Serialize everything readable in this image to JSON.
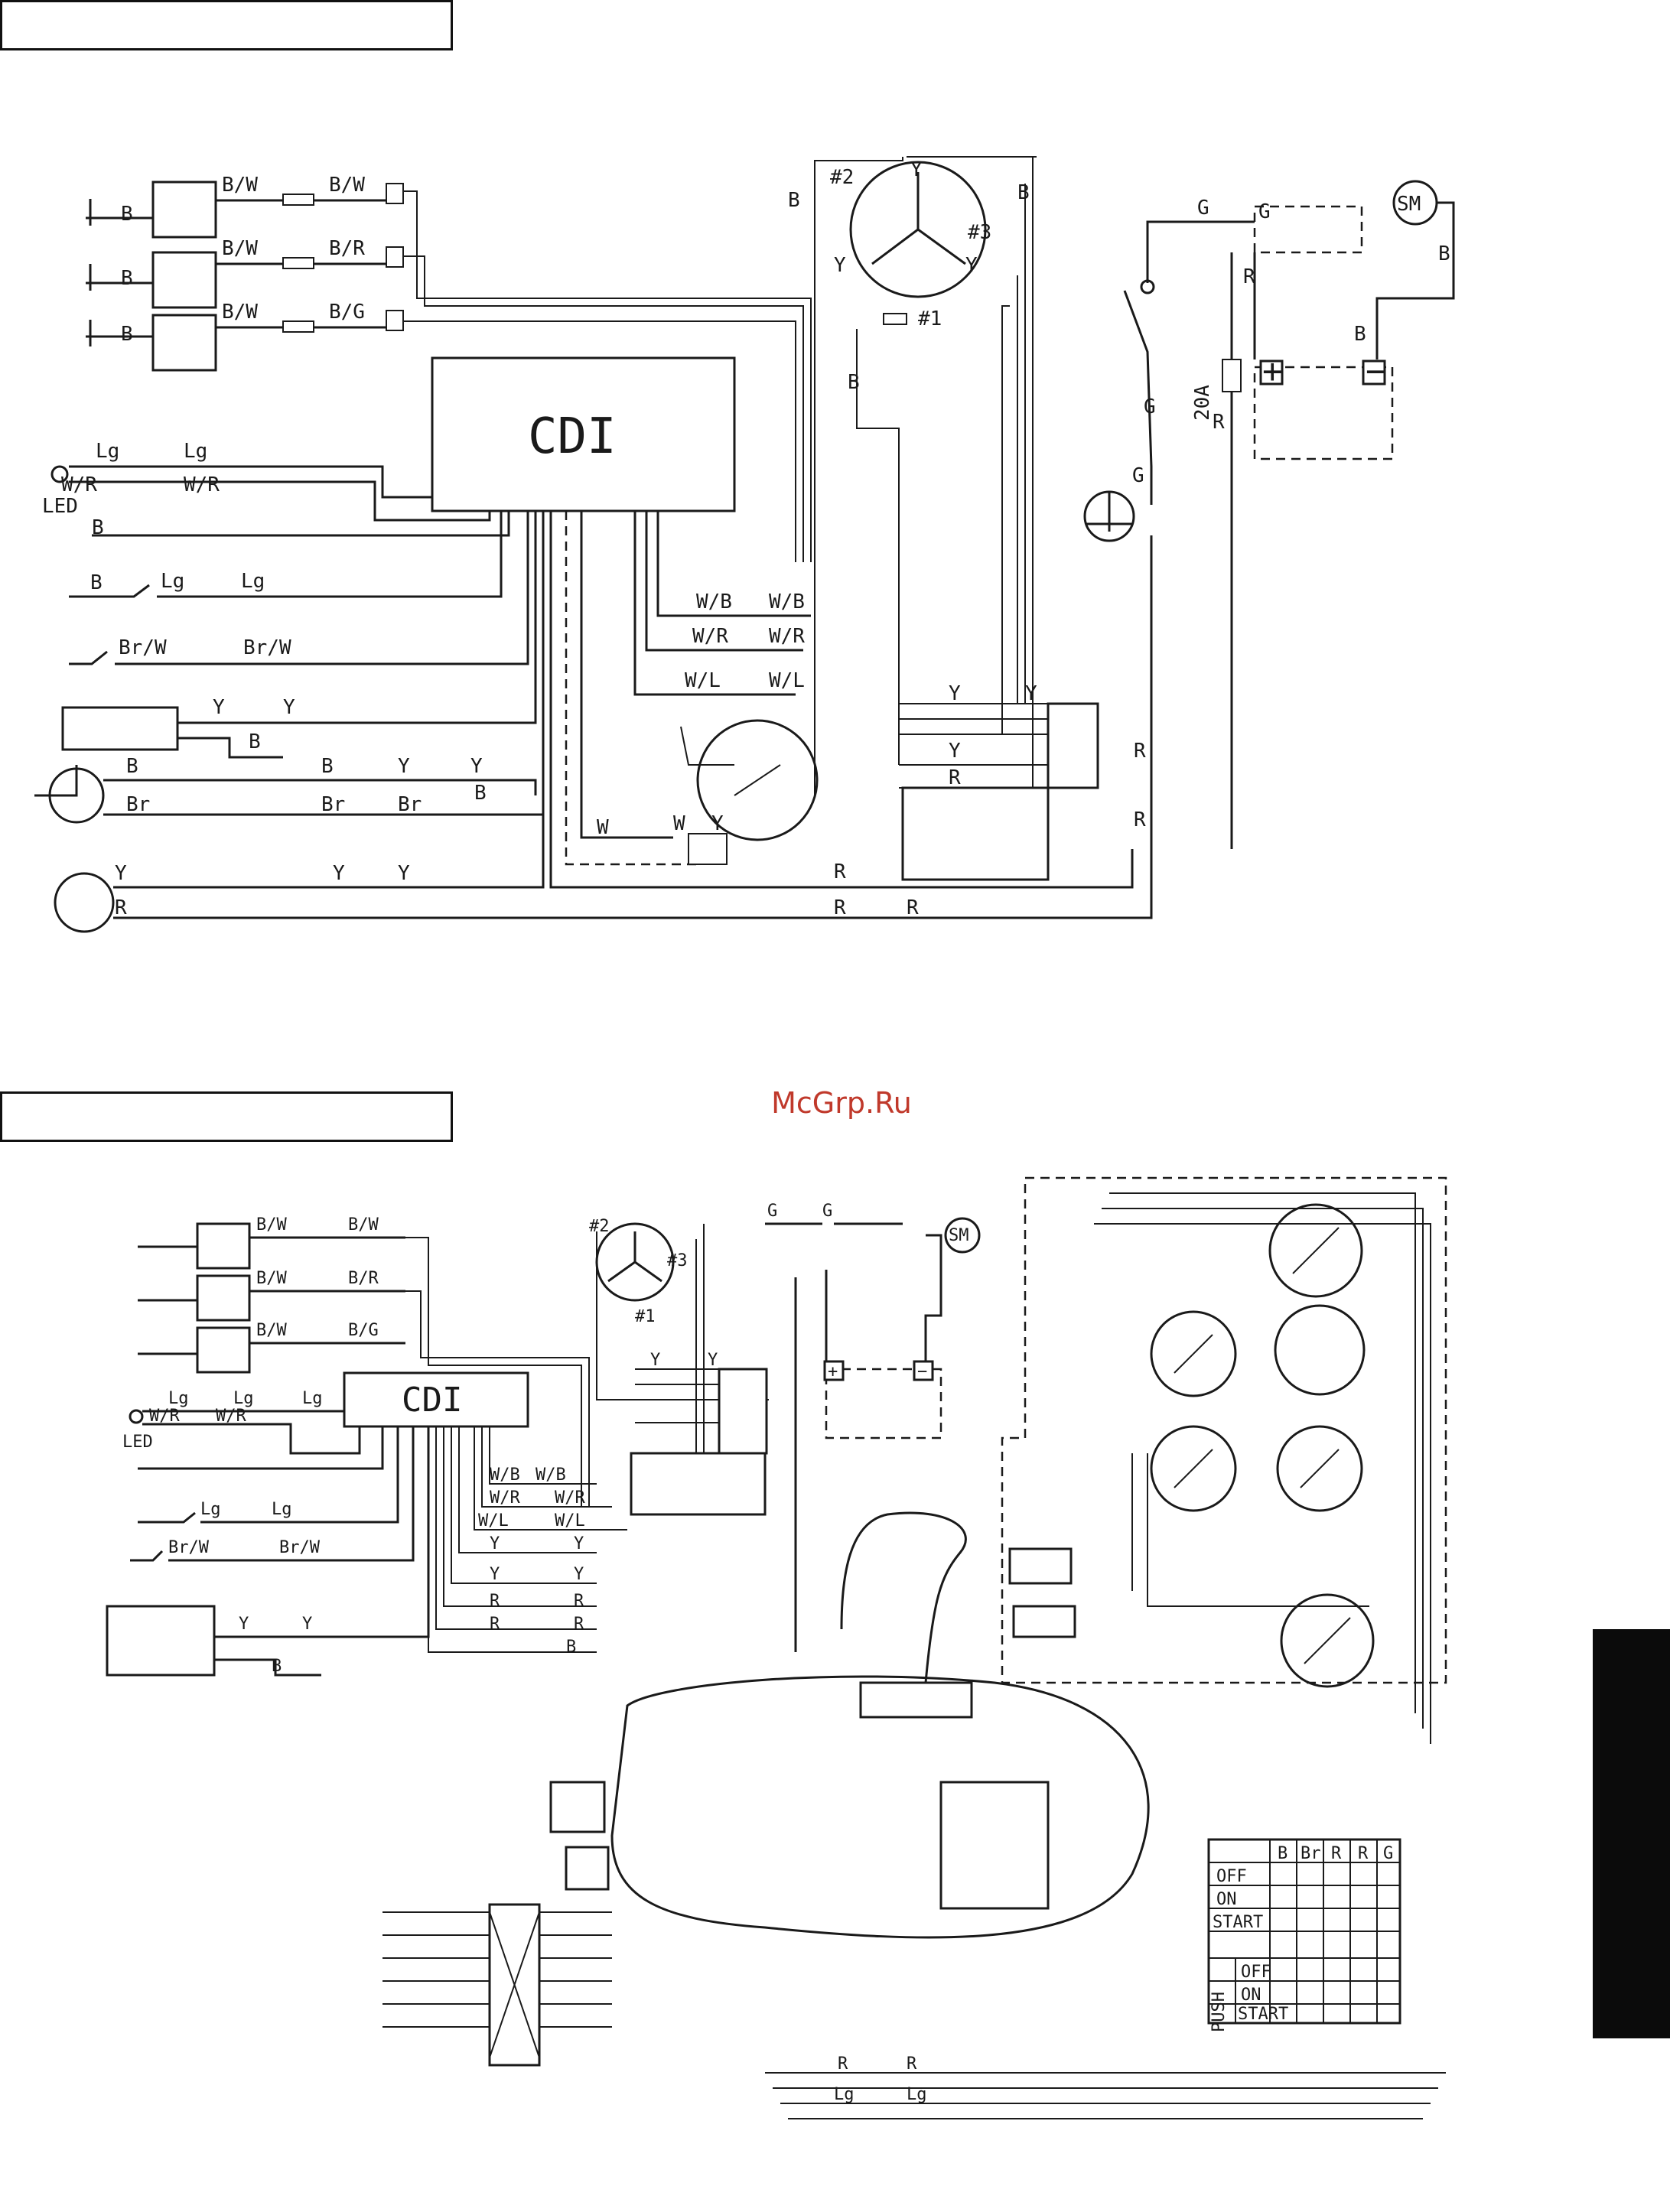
{
  "watermark": "McGrp.Ru",
  "diagram1": {
    "cdi_label": "CDI",
    "led_label": "LED",
    "fuse_label": "20A",
    "starter_label": "SM",
    "battery_plus": "+",
    "battery_minus": "−",
    "coil_labels": [
      "#1",
      "#2",
      "#3"
    ],
    "wire_labels": {
      "bw": "B/W",
      "br": "B/R",
      "bg": "B/G",
      "lg": "Lg",
      "wr": "W/R",
      "wb": "W/B",
      "wl": "W/L",
      "b": "B",
      "y": "Y",
      "r": "R",
      "g": "G",
      "brown": "Br",
      "brw": "Br/W",
      "w": "W"
    }
  },
  "diagram2": {
    "cdi_label": "CDI",
    "led_label": "LED",
    "starter_label": "SM",
    "battery_plus": "+",
    "battery_minus": "−",
    "coil_labels": [
      "#1",
      "#2",
      "#3"
    ],
    "switch_table": {
      "headers": [
        "",
        "B",
        "Br",
        "R",
        "R",
        "G"
      ],
      "rows": [
        "OFF",
        "ON",
        "START"
      ],
      "push_label": "PUSH",
      "push_rows": [
        "OFF",
        "ON",
        "START"
      ]
    }
  }
}
